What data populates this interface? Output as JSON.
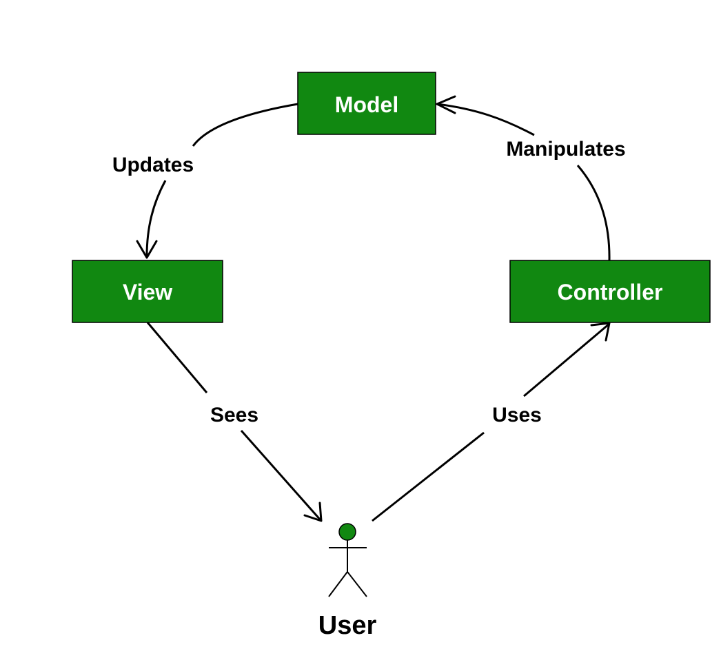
{
  "diagram": {
    "nodes": {
      "model": "Model",
      "view": "View",
      "controller": "Controller"
    },
    "actor": {
      "label": "User"
    },
    "edges": {
      "model_to_view": "Updates",
      "controller_to_model": "Manipulates",
      "view_to_user": "Sees",
      "user_to_controller": "Uses"
    },
    "colors": {
      "node_fill": "#118811",
      "node_text": "#ffffff",
      "line": "#000000"
    }
  }
}
